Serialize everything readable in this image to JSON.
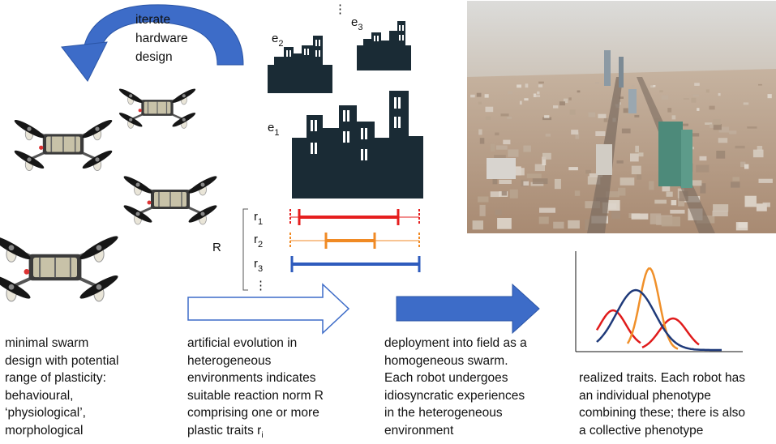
{
  "iterate_label": [
    "iterate",
    "hardware",
    "design"
  ],
  "environments": {
    "e1": {
      "base": "e",
      "sub": "1"
    },
    "e2": {
      "base": "e",
      "sub": "2"
    },
    "e3": {
      "base": "e",
      "sub": "3"
    },
    "more": "⋮"
  },
  "reaction_norm": {
    "label": "R",
    "traits": [
      {
        "base": "r",
        "sub": "1"
      },
      {
        "base": "r",
        "sub": "2"
      },
      {
        "base": "r",
        "sub": "3"
      }
    ],
    "more": "⋮"
  },
  "colors": {
    "arrow_blue": "#3d6cc8",
    "city_dark": "#1a2b35",
    "r1": "#e51e1e",
    "r2": "#f08a24",
    "r3": "#2e5bbd",
    "curve_red": "#e01b1b",
    "curve_orange": "#f0902a",
    "curve_navy": "#1f3a7a"
  },
  "captions": {
    "swarm": [
      "minimal swarm",
      "design with potential",
      "range of plasticity:",
      "behavioural,",
      "‘physiological’,",
      "morphological"
    ],
    "evolution": [
      "artificial evolution in",
      "heterogeneous",
      "environments indicates",
      "suitable reaction norm R",
      "comprising one or more"
    ],
    "evolution_last": {
      "text": "plastic traits r",
      "sub": "i"
    },
    "deployment": [
      "deployment into field as a",
      "homogeneous swarm.",
      "Each robot undergoes",
      "idiosyncratic experiences",
      "in the heterogeneous",
      "environment"
    ],
    "realized": [
      "realized traits. Each robot has",
      "an individual phenotype",
      "combining these; there is also",
      "a collective phenotype"
    ]
  }
}
